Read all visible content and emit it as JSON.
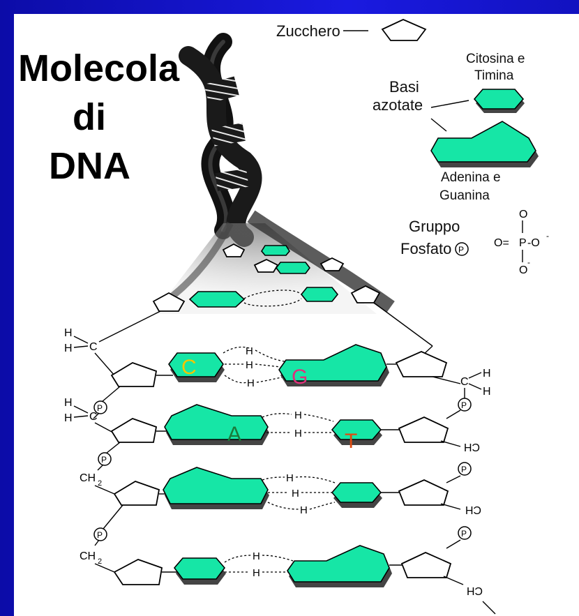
{
  "title": {
    "line1": "Molecola",
    "line2": "di",
    "line3": "DNA"
  },
  "legend": {
    "sugar": "Zucchero",
    "pyrimidine_1": "Citosina e",
    "pyrimidine_2": "Timina",
    "bases_1": "Basi",
    "bases_2": "azotate",
    "purine_1": "Adenina e",
    "purine_2": "Guanina",
    "phosphate_1": "Gruppo",
    "phosphate_2": "Fosfato",
    "phosphate_symbol": "P",
    "phosphate_formula": {
      "o_top": "O",
      "o_left": "O=",
      "p": "P",
      "o_right": "-O",
      "minus_right": "-",
      "o_bottom": "O",
      "minus_bottom": "-"
    }
  },
  "base_pairs": [
    {
      "left": "C",
      "right": "G",
      "left_color": "#f2c600",
      "right_color": "#e0307a"
    },
    {
      "left": "A",
      "right": "T",
      "left_color": "#1a7a3a",
      "right_color": "#e04a10"
    }
  ],
  "backbone": {
    "hydrogen": "H",
    "carbon": "C",
    "ch2": "CH",
    "subscript_2": "2",
    "p_symbol": "P"
  }
}
